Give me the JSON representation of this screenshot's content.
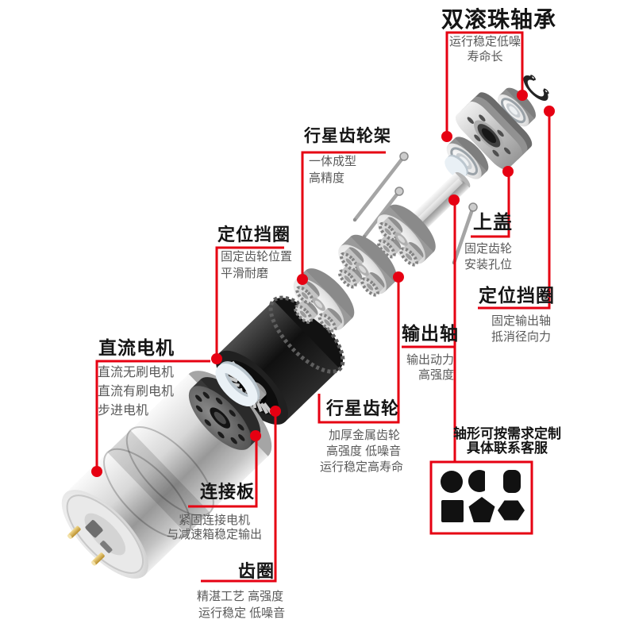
{
  "colors": {
    "accent": "#e60012",
    "title_text": "#151515",
    "sub_text": "#595959",
    "background": "#ffffff"
  },
  "labels": {
    "bearing": {
      "title": "双滚珠轴承",
      "line1": "运行稳定低噪",
      "line2": "寿命长"
    },
    "carrier": {
      "title": "行星齿轮架",
      "line1": "一体成型",
      "line2": "高精度"
    },
    "retainer_left": {
      "title": "定位挡圈",
      "line1": "固定齿轮位置",
      "line2": "平滑耐磨"
    },
    "motor": {
      "title": "直流电机",
      "line1": "直流无刷电机",
      "line2": "直流有刷电机",
      "line3": "步进电机"
    },
    "plate": {
      "title": "连接板",
      "line1": "紧固连接电机",
      "line2": "与减速箱稳定输出"
    },
    "ring": {
      "title": "齿圈",
      "line1": "精湛工艺 高强度",
      "line2": "运行稳定 低噪音"
    },
    "planet": {
      "title": "行星齿轮",
      "line1": "加厚金属齿轮",
      "line2": "高强度 低噪音",
      "line3": "运行稳定高寿命"
    },
    "shaft": {
      "title": "输出轴",
      "line1": "输出动力",
      "line2": "高强度"
    },
    "cover": {
      "title": "上盖",
      "line1": "固定齿轮",
      "line2": "安装孔位"
    },
    "retainer_right": {
      "title": "定位挡圈",
      "line1": "固定输出轴",
      "line2": "抵消径向力"
    },
    "custom": {
      "line1": "轴形可按需求定制",
      "line2": "具体联系客服",
      "shapes": [
        "circle",
        "d-shape",
        "rounded-rect",
        "square",
        "pentagon",
        "hexagon"
      ]
    }
  }
}
